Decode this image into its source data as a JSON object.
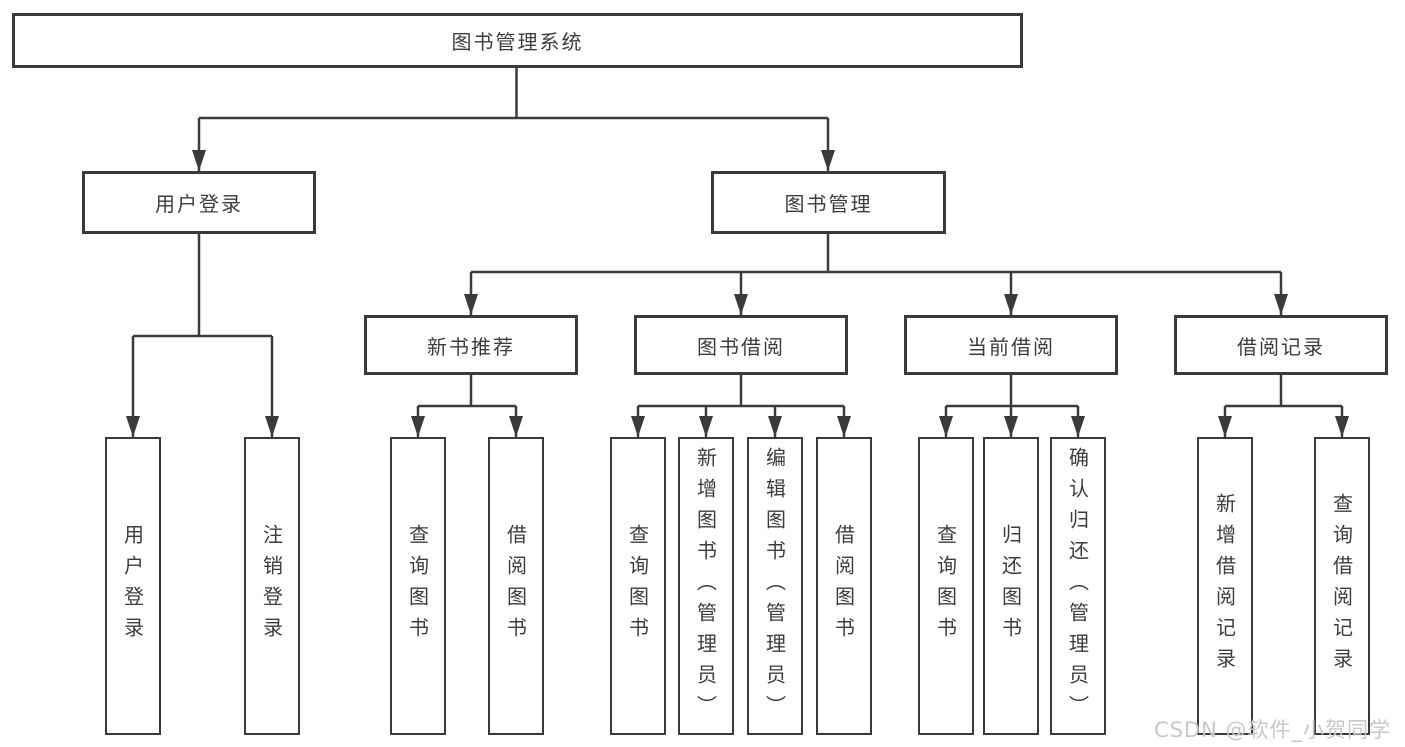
{
  "tree": {
    "label": "图书管理系统",
    "children": [
      {
        "label": "用户登录",
        "children": [
          {
            "label": "用户登录"
          },
          {
            "label": "注销登录"
          }
        ]
      },
      {
        "label": "图书管理",
        "children": [
          {
            "label": "新书推荐",
            "children": [
              {
                "label": "查询图书"
              },
              {
                "label": "借阅图书"
              }
            ]
          },
          {
            "label": "图书借阅",
            "children": [
              {
                "label": "查询图书"
              },
              {
                "label": "新增图书（管理员）"
              },
              {
                "label": "编辑图书（管理员）"
              },
              {
                "label": "借阅图书"
              }
            ]
          },
          {
            "label": "当前借阅",
            "children": [
              {
                "label": "查询图书"
              },
              {
                "label": "归还图书"
              },
              {
                "label": "确认归还（管理员）"
              }
            ]
          },
          {
            "label": "借阅记录",
            "children": [
              {
                "label": "新增借阅记录"
              },
              {
                "label": "查询借阅记录"
              }
            ]
          }
        ]
      }
    ]
  },
  "watermark": "CSDN @软件_小贺同学",
  "colors": {
    "line": "#3b3b3b",
    "box_border": "#3a3a3a",
    "text": "#3d3d3d",
    "watermark": "#c7c8cb",
    "background": "#ffffff"
  }
}
